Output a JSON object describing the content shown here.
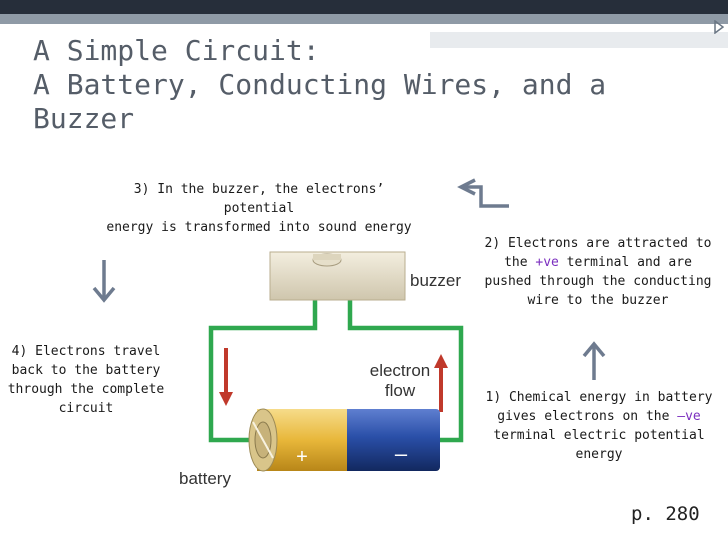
{
  "title": {
    "line1": "A Simple Circuit:",
    "line2": "A Battery, Conducting Wires, and a",
    "line3": "Buzzer"
  },
  "notes": {
    "step3_line1": "3) In the buzzer, the electrons’ potential",
    "step3_line2": "energy is transformed into sound energy",
    "step2_pre": "2) Electrons are attracted to the ",
    "step2_term": "+ve",
    "step2_post": " terminal and are pushed through the conducting wire to the buzzer",
    "step4": "4) Electrons travel back to the battery through the complete circuit",
    "step1_pre": "1) Chemical energy in battery gives electrons on the ",
    "step1_term": "–ve",
    "step1_post": " terminal electric potential energy"
  },
  "diagram": {
    "buzzer_label": "buzzer",
    "electron_flow_line1": "electron",
    "electron_flow_line2": "flow",
    "battery_label": "battery",
    "plus_sign": "+",
    "minus_sign": "–"
  },
  "page_number": "p.  280",
  "colors": {
    "wire": "#2fa84f",
    "flow_arrow": "#c0392b",
    "battery_gold": "#e8b73a",
    "battery_blue": "#1f3f8f",
    "step_arrows": "#6e7b8f",
    "term_highlight": "#7b2fbf"
  }
}
